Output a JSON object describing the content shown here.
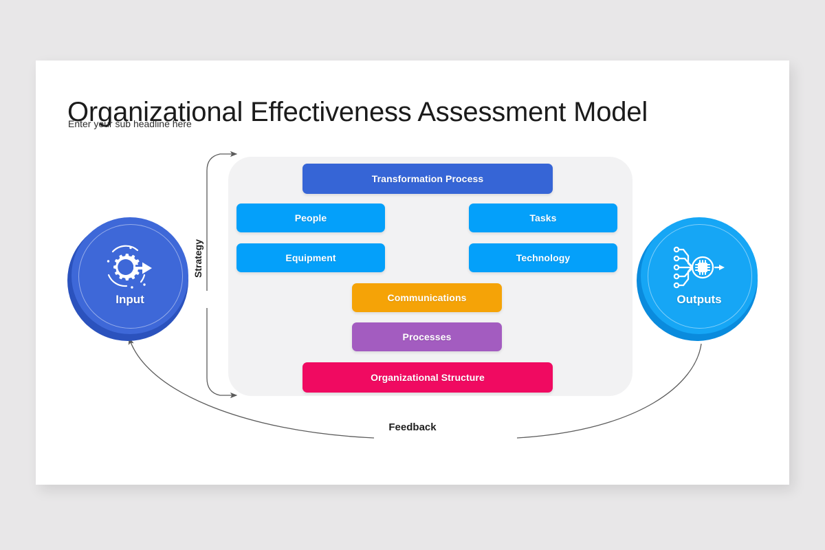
{
  "slide": {
    "title": "Organizational Effectiveness Assessment Model",
    "subtitle": "Enter your sub headline here"
  },
  "diagram": {
    "input_node": {
      "label": "Input",
      "icon": "gear-arrow-icon",
      "color": "#3e68d8",
      "shadow_color": "#2b52bd"
    },
    "output_node": {
      "label": "Outputs",
      "icon": "network-chip-icon",
      "color": "#16a6f5",
      "shadow_color": "#0a8bdd"
    },
    "strategy_label": "Strategy",
    "feedback_label": "Feedback",
    "panel_color": "#f2f2f3",
    "boxes": [
      {
        "label": "Transformation Process",
        "color": "#3665d6"
      },
      {
        "label": "People",
        "color": "#04a0fa"
      },
      {
        "label": "Tasks",
        "color": "#04a0fa"
      },
      {
        "label": "Equipment",
        "color": "#04a0fa"
      },
      {
        "label": "Technology",
        "color": "#04a0fa"
      },
      {
        "label": "Communications",
        "color": "#f5a307"
      },
      {
        "label": "Processes",
        "color": "#a35cc0"
      },
      {
        "label": "Organizational Structure",
        "color": "#f00a61"
      }
    ]
  }
}
